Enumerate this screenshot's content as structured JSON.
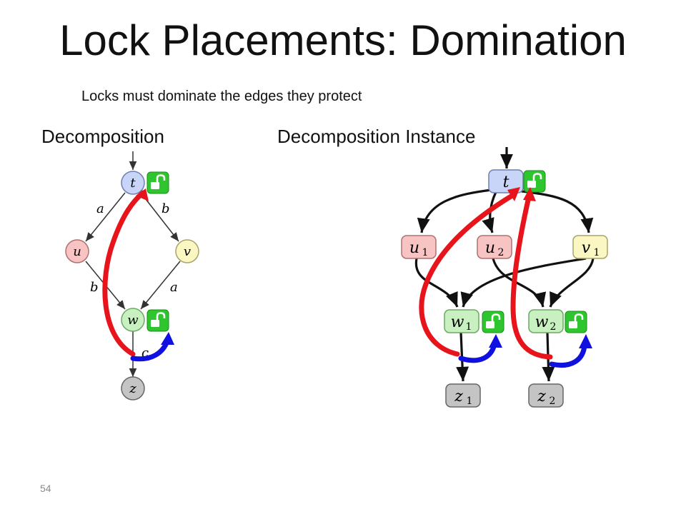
{
  "slide": {
    "title": "Lock Placements: Domination",
    "subtitle": "Locks must dominate the edges they protect",
    "left_label": "Decomposition",
    "right_label": "Decomposition Instance",
    "page_number": "54"
  },
  "decomposition": {
    "nodes": {
      "t": "t",
      "u": "u",
      "v": "v",
      "w": "w",
      "z": "z"
    },
    "edge_labels": {
      "t_u": "a",
      "t_v": "b",
      "u_w": "b",
      "v_w": "a",
      "w_z": "c"
    }
  },
  "instance": {
    "nodes": {
      "t": {
        "name": "t",
        "sub": ""
      },
      "u1": {
        "name": "u",
        "sub": "1"
      },
      "u2": {
        "name": "u",
        "sub": "2"
      },
      "v1": {
        "name": "v",
        "sub": "1"
      },
      "w1": {
        "name": "w",
        "sub": "1"
      },
      "w2": {
        "name": "w",
        "sub": "2"
      },
      "z1": {
        "name": "z",
        "sub": "1"
      },
      "z2": {
        "name": "z",
        "sub": "2"
      }
    }
  },
  "colors": {
    "node_blue": "#c9d5f8",
    "node_red": "#f7c3c3",
    "node_yellow": "#fbf7c2",
    "node_green": "#c8f0c0",
    "node_gray": "#c4c4c4",
    "arrow_red": "#e8141c",
    "arrow_blue": "#1010e0",
    "lock_green": "#2ec52e"
  },
  "icons": [
    "lock-icon"
  ]
}
